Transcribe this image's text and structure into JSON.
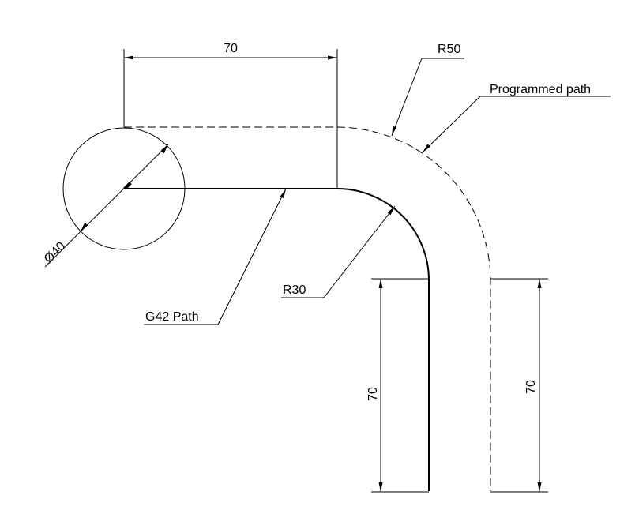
{
  "labels": {
    "dim_top": "70",
    "dim_left": "70",
    "dim_right": "70",
    "r50": "R50",
    "r30": "R30",
    "diameter": "Ø40",
    "programmed_path": "Programmed path",
    "g42_path": "G42 Path"
  }
}
